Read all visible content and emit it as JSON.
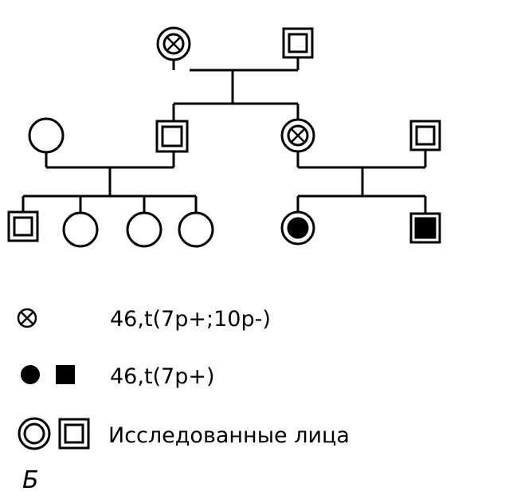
{
  "legend": {
    "carrier_label": "46,t(7p+;10p-)",
    "affected_label": "46,t(7p+)",
    "examined_label": "Исследованные лица"
  },
  "panel_label": "Б",
  "pedigree": {
    "generations": [
      {
        "generation": "I",
        "individuals": [
          {
            "id": "I-1",
            "sex": "female",
            "status": "balanced-translocation-carrier",
            "examined": true
          },
          {
            "id": "I-2",
            "sex": "male",
            "status": "normal",
            "examined": true
          }
        ]
      },
      {
        "generation": "II",
        "individuals": [
          {
            "id": "II-1",
            "sex": "female",
            "status": "normal",
            "examined": false
          },
          {
            "id": "II-2",
            "sex": "male",
            "status": "normal",
            "examined": true
          },
          {
            "id": "II-3",
            "sex": "female",
            "status": "balanced-translocation-carrier",
            "examined": true
          },
          {
            "id": "II-4",
            "sex": "male",
            "status": "normal",
            "examined": true
          }
        ]
      },
      {
        "generation": "III",
        "individuals": [
          {
            "id": "III-1",
            "sex": "male",
            "status": "normal",
            "examined": true
          },
          {
            "id": "III-2",
            "sex": "female",
            "status": "normal",
            "examined": false
          },
          {
            "id": "III-3",
            "sex": "female",
            "status": "normal",
            "examined": false
          },
          {
            "id": "III-4",
            "sex": "female",
            "status": "normal",
            "examined": false
          },
          {
            "id": "III-5",
            "sex": "female",
            "status": "unbalanced-affected",
            "examined": true
          },
          {
            "id": "III-6",
            "sex": "male",
            "status": "unbalanced-affected",
            "examined": true
          }
        ]
      }
    ]
  }
}
